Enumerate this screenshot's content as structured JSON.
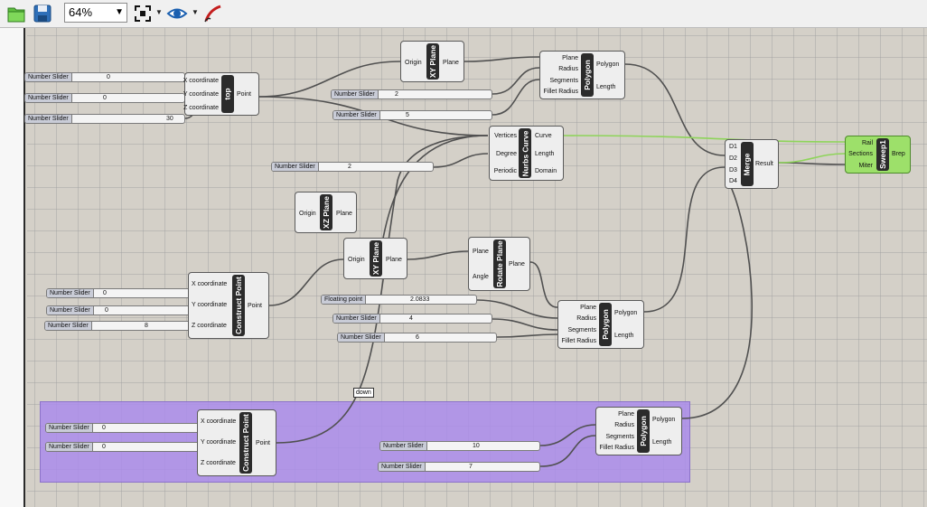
{
  "toolbar": {
    "zoom_value": "64%",
    "icons": [
      "open-file-icon",
      "save-icon",
      "zoom-extents-icon",
      "preview-eye-icon",
      "sketch-pen-icon"
    ]
  },
  "colors": {
    "group": "#a98ceb",
    "wire": "#505050",
    "wire_green": "#8ed45a"
  },
  "sliders": {
    "s1": {
      "label": "Number Slider",
      "value": "0"
    },
    "s2": {
      "label": "Number Slider",
      "value": "0"
    },
    "s3": {
      "label": "Number Slider",
      "value": "30"
    },
    "s4": {
      "label": "Number Slider",
      "value": "2"
    },
    "s5": {
      "label": "Number Slider",
      "value": "5"
    },
    "s6": {
      "label": "Number Slider",
      "value": "2"
    },
    "s7": {
      "label": "Number Slider",
      "value": "0"
    },
    "s8": {
      "label": "Number Slider",
      "value": "0"
    },
    "s9": {
      "label": "Number Slider",
      "value": "8"
    },
    "s10": {
      "label": "Floating point",
      "value": "2.0833"
    },
    "s11": {
      "label": "Number Slider",
      "value": "4"
    },
    "s12": {
      "label": "Number Slider",
      "value": "6"
    },
    "s13": {
      "label": "Number Slider",
      "value": "0"
    },
    "s14": {
      "label": "Number Slider",
      "value": "0"
    },
    "s15": {
      "label": "Number Slider",
      "value": "10"
    },
    "s16": {
      "label": "Number Slider",
      "value": "7"
    }
  },
  "components": {
    "top_point": {
      "name": "top",
      "inputs": [
        "X coordinate",
        "Y coordinate",
        "Z coordinate"
      ],
      "outputs": [
        "Point"
      ]
    },
    "xy_plane_1": {
      "name": "XY Plane",
      "inputs": [
        "Origin"
      ],
      "outputs": [
        "Plane"
      ]
    },
    "polygon_1": {
      "name": "Polygon",
      "inputs": [
        "Plane",
        "Radius",
        "Segments",
        "Fillet Radius"
      ],
      "outputs": [
        "Polygon",
        "Length"
      ]
    },
    "nurbs_curve": {
      "name": "Nurbs Curve",
      "inputs": [
        "Vertices",
        "Degree",
        "Periodic"
      ],
      "outputs": [
        "Curve",
        "Length",
        "Domain"
      ]
    },
    "merge": {
      "name": "Merge",
      "inputs": [
        "D1",
        "D2",
        "D3",
        "D4"
      ],
      "outputs": [
        "Result"
      ]
    },
    "sweep": {
      "name": "Sweep1",
      "inputs": [
        "Rail",
        "Sections",
        "Miter"
      ],
      "outputs": [
        "Brep"
      ]
    },
    "xz_plane": {
      "name": "XZ Plane",
      "inputs": [
        "Origin"
      ],
      "outputs": [
        "Plane"
      ]
    },
    "xy_plane_2": {
      "name": "XY Plane",
      "inputs": [
        "Origin"
      ],
      "outputs": [
        "Plane"
      ]
    },
    "rotate_plane": {
      "name": "Rotate Plane",
      "inputs": [
        "Plane",
        "Angle"
      ],
      "outputs": [
        "Plane"
      ]
    },
    "construct_point_1": {
      "name": "Construct Point",
      "inputs": [
        "X coordinate",
        "Y coordinate",
        "Z coordinate"
      ],
      "outputs": [
        "Point"
      ]
    },
    "polygon_2": {
      "name": "Polygon",
      "inputs": [
        "Plane",
        "Radius",
        "Segments",
        "Fillet Radius"
      ],
      "outputs": [
        "Polygon",
        "Length"
      ]
    },
    "construct_point_2": {
      "name": "Construct Point",
      "inputs": [
        "X coordinate",
        "Y coordinate",
        "Z coordinate"
      ],
      "outputs": [
        "Point"
      ]
    },
    "polygon_3": {
      "name": "Polygon",
      "inputs": [
        "Plane",
        "Radius",
        "Segments",
        "Fillet Radius"
      ],
      "outputs": [
        "Polygon",
        "Length"
      ]
    }
  },
  "scribble": {
    "text": "down"
  }
}
